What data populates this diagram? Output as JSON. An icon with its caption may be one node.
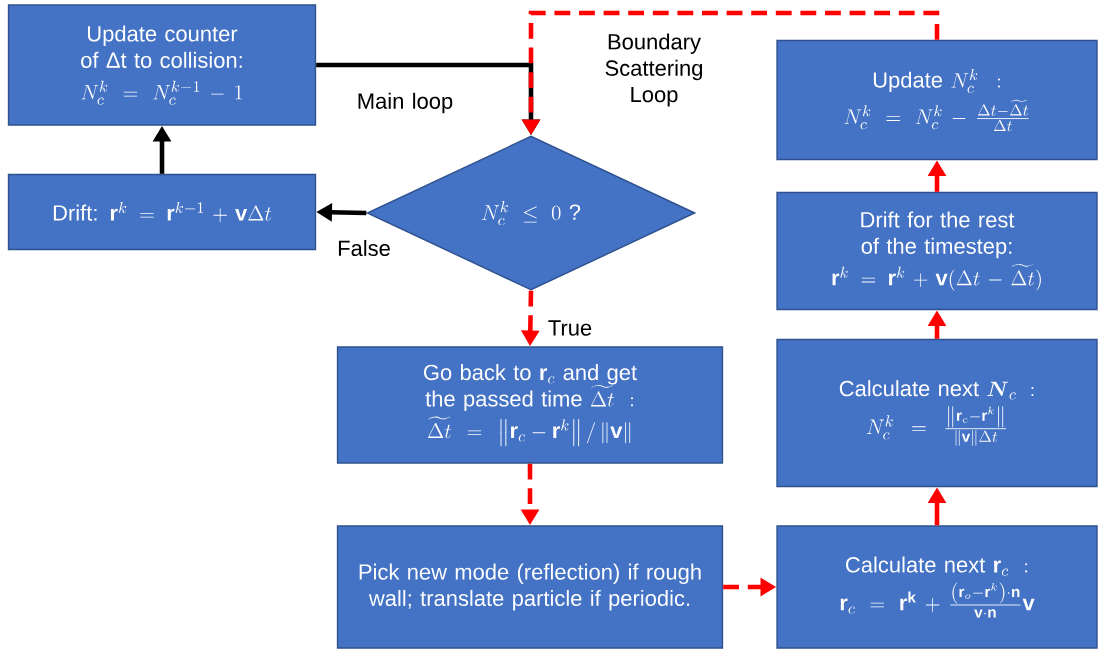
{
  "diagram": {
    "nodes": [
      {
        "text": [
          "Update counter of Δt to collision:",
          "N_c^k = N_c^{k-1} - 1"
        ]
      },
      {
        "text": [
          "Drift:",
          "\\mathbf{r}^k = \\mathbf{r}^{k-1} + \\mathbf{v}\\Delta t"
        ]
      },
      {
        "text": [
          "N_c^k \\le 0",
          "?"
        ]
      },
      {
        "text": [
          "Go back to",
          "\\mathbf{r}_c",
          "and get the passed time",
          "\\widetilde{\\Delta t}:",
          "\\widetilde{\\Delta t} = \\left\\|\\mathbf{r}_c - \\mathbf{r}^k\\right\\| / \\left\\|\\mathbf{v}\\right\\|"
        ]
      },
      {
        "text": [
          "Pick new mode (reflection) if rough wall; translate particle if periodic."
        ]
      },
      {
        "text": [
          "Calculate next",
          "\\mathbf{r}_c:",
          "\\mathbf{r}_c = \\mathbf{r}^{\\mathbf{k}} + \\frac{\\left(\\mathbf{r}_o - \\mathbf{r}^k\\right)\\cdot\\mathbf{n}}{\\mathbf{v}\\cdot\\mathbf{n}}\\mathbf{v}"
        ]
      },
      {
        "text": [
          "Calculate next",
          "\\boldsymbol{N}_c:",
          "N_c^k = \\frac{\\left\\|\\mathbf{r}_c - \\mathbf{r}^k\\right\\|}{\\left\\|\\mathbf{v}\\right\\|\\Delta t}"
        ]
      },
      {
        "text": [
          "Drift for the rest of the timestep:",
          "\\mathbf{r}^k = \\mathbf{r}^k + \\mathbf{v}(\\Delta t - \\widetilde{\\Delta t})"
        ]
      },
      {
        "text": [
          "Update",
          "N_c^k:",
          "N_c^k = N_c^k - \\frac{\\Delta t - \\widetilde{\\Delta t}}{\\Delta t}"
        ]
      }
    ],
    "edges": [
      {
        "from": 1,
        "to": 0,
        "arrow": "to",
        "color": "#000000"
      },
      {
        "from": 2,
        "to": 1,
        "arrow": "to",
        "label": "False",
        "color": "#000000"
      },
      {
        "from": 0,
        "to": 2,
        "arrow": "to",
        "color": "#000000"
      },
      {
        "from": 8,
        "to": 2,
        "arrow": "to",
        "style": "dashed"
      },
      {
        "from": 2,
        "to": 3,
        "arrow": "to",
        "label": "True",
        "style": "dashed"
      },
      {
        "from": 3,
        "to": 4,
        "arrow": "to",
        "style": "dashed"
      },
      {
        "from": 4,
        "to": 5,
        "arrow": "to",
        "style": "dashed"
      },
      {
        "from": 5,
        "to": 6,
        "arrow": "to"
      },
      {
        "from": 6,
        "to": 7,
        "arrow": "to"
      },
      {
        "from": 7,
        "to": 8,
        "arrow": "to"
      }
    ],
    "labels": [
      "Main loop",
      "Boundary Scattering Loop"
    ]
  }
}
